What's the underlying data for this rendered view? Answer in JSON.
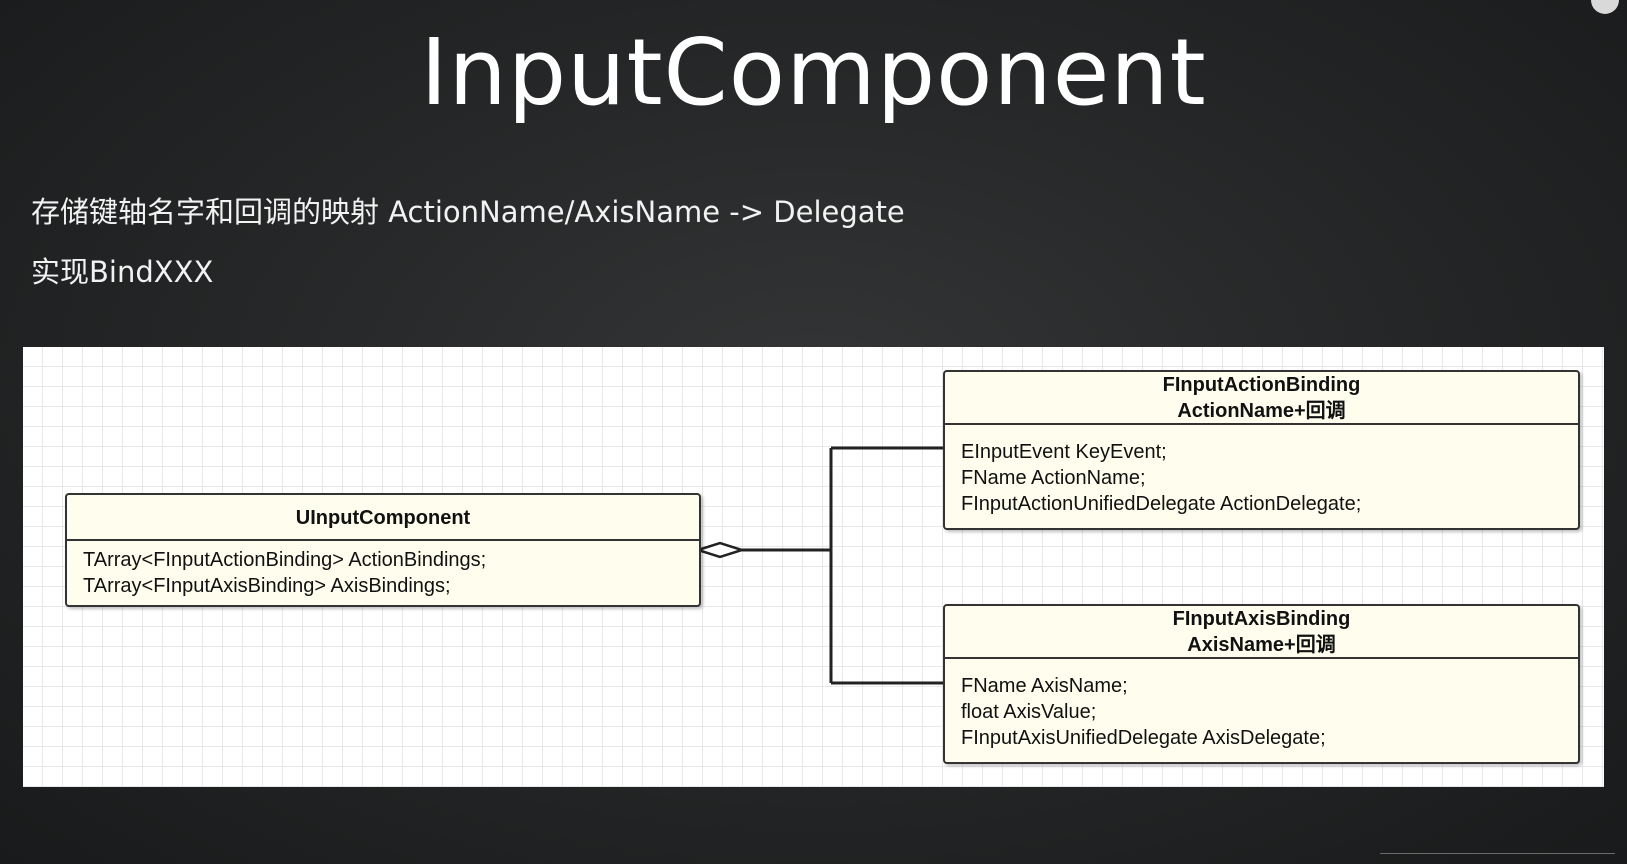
{
  "slide": {
    "title": "InputComponent",
    "bullets": [
      "存储键轴名字和回调的映射 ActionName/AxisName -> Delegate",
      "实现BindXXX"
    ]
  },
  "diagram": {
    "classes": {
      "uinput": {
        "name": "UInputComponent",
        "fields": [
          "TArray<FInputActionBinding> ActionBindings;",
          "TArray<FInputAxisBinding> AxisBindings;"
        ]
      },
      "action": {
        "name": "FInputActionBinding",
        "subtitle": "ActionName+回调",
        "fields": [
          "EInputEvent KeyEvent;",
          "FName ActionName;",
          "FInputActionUnifiedDelegate ActionDelegate;"
        ]
      },
      "axis": {
        "name": "FInputAxisBinding",
        "subtitle": "AxisName+回调",
        "fields": [
          "FName AxisName;",
          "float AxisValue;",
          "FInputAxisUnifiedDelegate AxisDelegate;"
        ]
      }
    },
    "relation": "aggregation",
    "colors": {
      "class_fill": "#fefdee",
      "class_border": "#333333",
      "grid_line": "#e8e8e8"
    }
  }
}
